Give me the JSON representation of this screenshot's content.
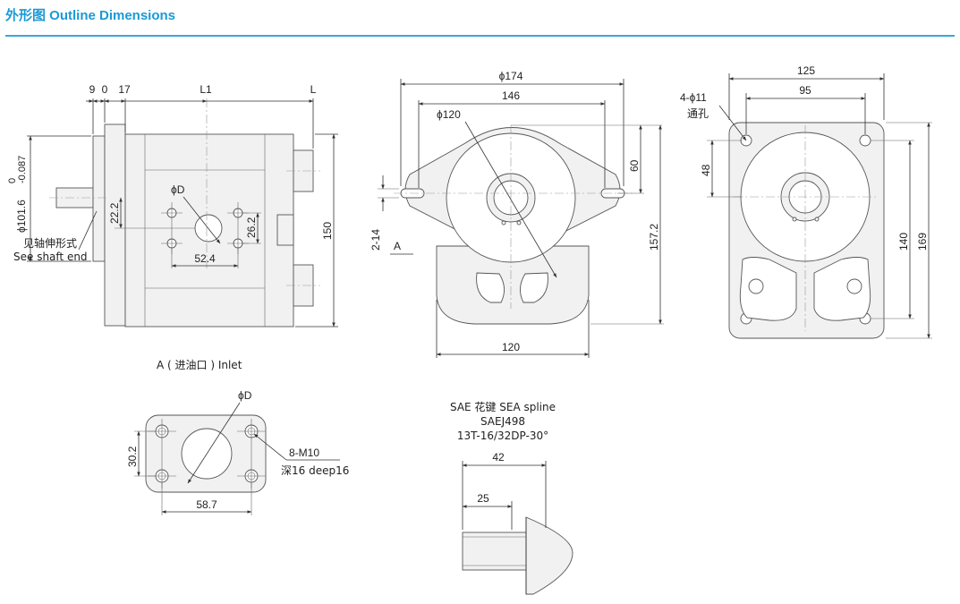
{
  "header": {
    "title": "外形图 Outline Dimensions"
  },
  "colors": {
    "accent": "#1a9ad6",
    "line": "#333333",
    "part_fill": "#f1f1f1"
  },
  "side_view": {
    "dims": {
      "d9": "9",
      "d0": "0",
      "d17": "17",
      "l1": "L1",
      "l": "L",
      "shaft_dia": "ϕ101.6",
      "shaft_tol_upper": "0",
      "shaft_tol_lower": "-0.087",
      "d22_2": "22.2",
      "d26_2": "26.2",
      "d52_4": "52.4",
      "d150": "150",
      "phi_d": "ϕD"
    },
    "note_cn": "见轴伸形式",
    "note_en": "See shaft end"
  },
  "front_view": {
    "dims": {
      "phi174": "ϕ174",
      "d146": "146",
      "phi120": "ϕ120",
      "d60": "60",
      "d157_2": "157.2",
      "d2_14": "2-14",
      "a_label": "A",
      "d120": "120"
    }
  },
  "rear_view": {
    "dims": {
      "d125": "125",
      "d95": "95",
      "holes": "4-ϕ11",
      "holes_cn": "通孔",
      "d48": "48",
      "d140": "140",
      "d169": "169"
    }
  },
  "inlet_view": {
    "title": "A ( 进油口 ) Inlet",
    "dims": {
      "phi_d": "ϕD",
      "d30_2": "30.2",
      "d58_7": "58.7",
      "thread": "8-M10",
      "depth": "深16 deep16"
    }
  },
  "spline_view": {
    "title_1": "SAE 花键 SEA spline",
    "title_2": "SAEJ498",
    "title_3": "13T-16/32DP-30°",
    "dims": {
      "d42": "42",
      "d25": "25"
    }
  }
}
